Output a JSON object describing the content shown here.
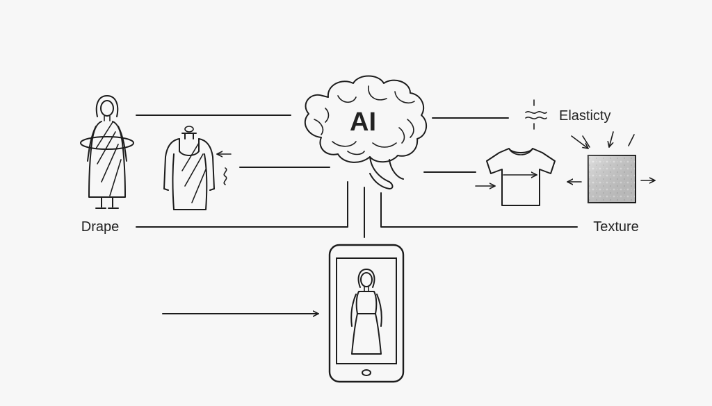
{
  "center": {
    "label": "AI",
    "icon": "brain-icon"
  },
  "labels": {
    "drape": "Drape",
    "elasticity": "Elasticty",
    "texture": "Texture"
  },
  "icons": {
    "woman_drape": "woman-in-saree-icon",
    "dress_form": "dress-form-icon",
    "tshirt": "tshirt-icon",
    "fabric_swatch": "fabric-swatch-icon",
    "elasticity": "wavy-stretch-icon",
    "phone": "smartphone-icon",
    "phone_model": "woman-in-dress-icon"
  },
  "colors": {
    "background": "#f7f7f7",
    "stroke": "#1c1c1c",
    "swatch_fill": "#d6d6d6"
  }
}
